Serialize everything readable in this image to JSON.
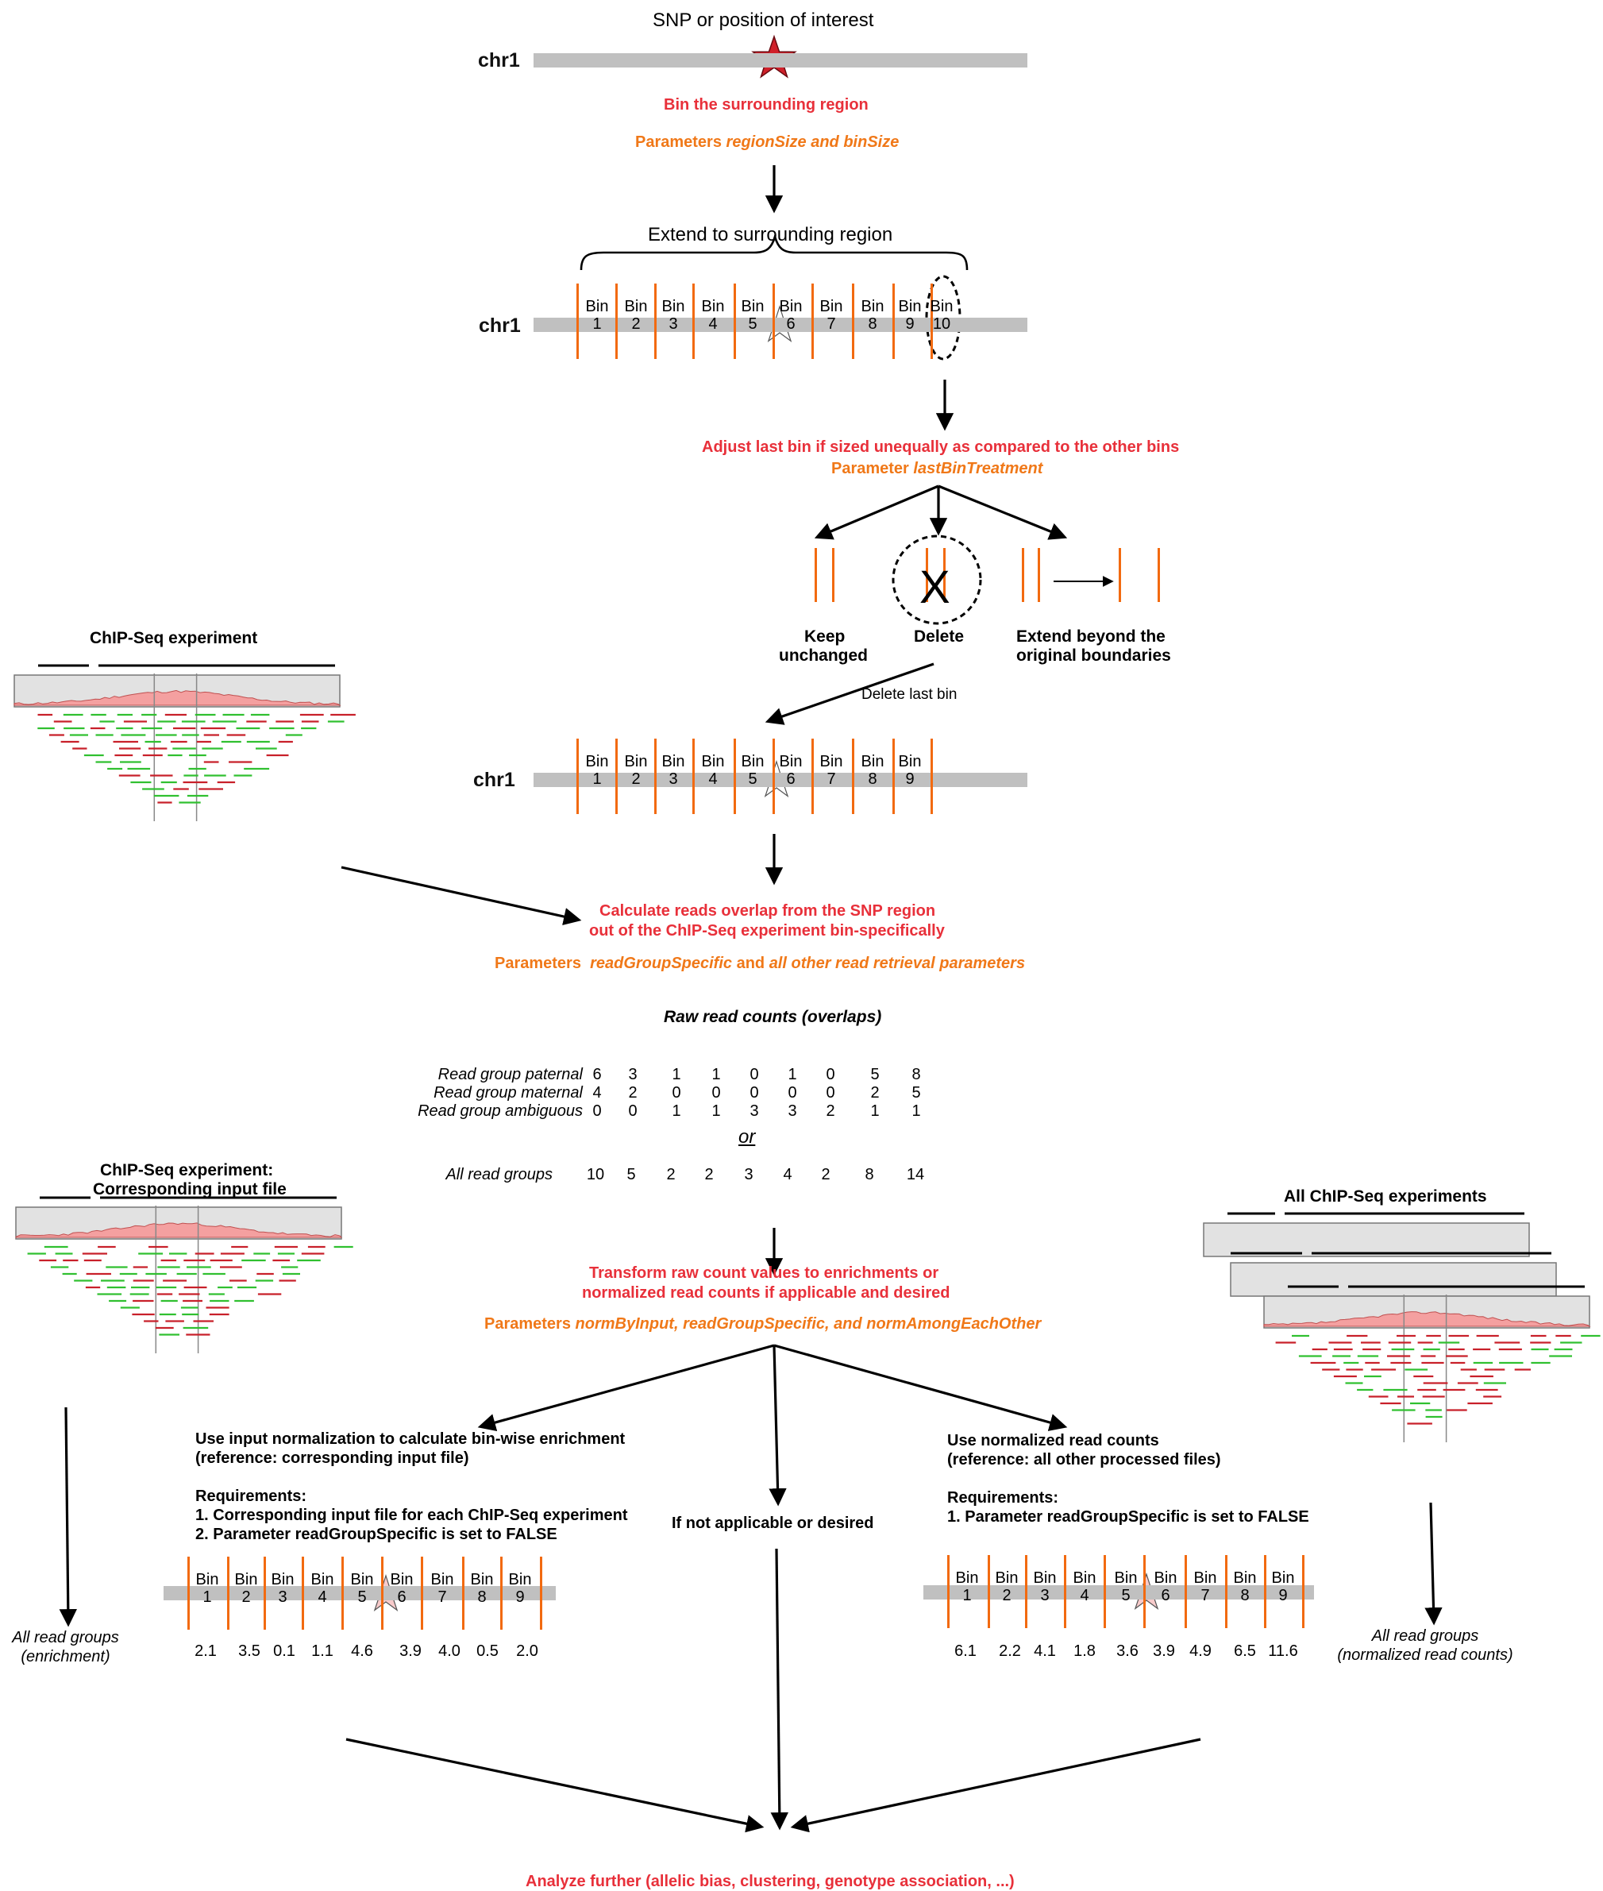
{
  "top": {
    "title": "SNP or position of interest",
    "chr_label": "chr1",
    "step1_red": "Bin the surrounding region",
    "step1_orange_prefix": "Parameters ",
    "step1_orange_italic": "regionSize and binSize",
    "extend_label": "Extend to surrounding region"
  },
  "bins10": {
    "bin_word": "Bin",
    "numbers": [
      "1",
      "2",
      "3",
      "4",
      "5",
      "6",
      "7",
      "8",
      "9",
      "10"
    ]
  },
  "bins9": {
    "bin_word": "Bin",
    "numbers": [
      "1",
      "2",
      "3",
      "4",
      "5",
      "6",
      "7",
      "8",
      "9"
    ]
  },
  "adjust": {
    "red": "Adjust last bin if sized unequally as compared to the other bins",
    "orange_prefix": "Parameter ",
    "orange_italic": "lastBinTreatment",
    "option_keep_line1": "Keep",
    "option_keep_line2": "unchanged",
    "option_delete": "Delete",
    "option_extend_line1": "Extend beyond the",
    "option_extend_line2": "original boundaries",
    "delete_mark": "X",
    "delete_last_bin": "Delete last bin"
  },
  "chip": {
    "title": "ChIP-Seq experiment",
    "input_title_line1": "ChIP-Seq experiment:",
    "input_title_line2": "Corresponding input file",
    "all_title": "All ChIP-Seq experiments"
  },
  "calc": {
    "red_line1": "Calculate reads overlap from the SNP region",
    "red_line2": "out of the ChIP-Seq experiment bin-specifically",
    "orange_prefix": "Parameters  ",
    "orange_italic1": "readGroupSpecific",
    "orange_mid": " and ",
    "orange_italic2": "all other read retrieval parameters"
  },
  "raw": {
    "heading": "Raw read counts (overlaps)",
    "rows": [
      {
        "label": "Read group paternal",
        "values": [
          "6",
          "3",
          "1",
          "1",
          "0",
          "1",
          "0",
          "5",
          "8"
        ]
      },
      {
        "label": "Read group maternal",
        "values": [
          "4",
          "2",
          "0",
          "0",
          "0",
          "0",
          "0",
          "2",
          "5"
        ]
      },
      {
        "label": "Read group ambiguous",
        "values": [
          "0",
          "0",
          "1",
          "1",
          "3",
          "3",
          "2",
          "1",
          "1"
        ]
      }
    ],
    "or": "or",
    "all_label": "All read groups",
    "all_values": [
      "10",
      "5",
      "2",
      "2",
      "3",
      "4",
      "2",
      "8",
      "14"
    ]
  },
  "transform": {
    "red_line1": "Transform raw count values to enrichments or",
    "red_line2": "normalized read counts if applicable and desired",
    "orange_prefix": "Parameters ",
    "orange_italic": "normByInput, readGroupSpecific, and normAmongEachOther"
  },
  "left_branch": {
    "line1": "Use input normalization to calculate bin-wise enrichment",
    "line2": "(reference: corresponding input file)",
    "req_title": "Requirements:",
    "req1": "1. Corresponding input file for each ChIP-Seq experiment",
    "req2": "2. Parameter readGroupSpecific is set to FALSE",
    "values": [
      "2.1",
      "3.5",
      "0.1",
      "1.1",
      "4.6",
      "3.9",
      "4.0",
      "0.5",
      "2.0"
    ],
    "side_label_line1": "All read groups",
    "side_label_line2": "(enrichment)"
  },
  "middle_branch": {
    "label": "If not applicable or desired"
  },
  "right_branch": {
    "line1": "Use normalized read counts",
    "line2": "(reference: all other processed files)",
    "req_title": "Requirements:",
    "req1": "1. Parameter readGroupSpecific is set to FALSE",
    "values": [
      "6.1",
      "2.2",
      "4.1",
      "1.8",
      "3.6",
      "3.9",
      "4.9",
      "6.5",
      "11.6"
    ],
    "side_label_line1": "All read groups",
    "side_label_line2": "(normalized read counts)"
  },
  "final": {
    "red": "Analyze further (allelic bias, clustering, genotype association, ...)"
  },
  "colors": {
    "red_text": "#e8303a",
    "orange_text": "#f07818",
    "bin_line": "#f26a10",
    "chrom_bar": "#c0c0c0",
    "star": "#d0202a",
    "read_red": "#c8202a",
    "read_green": "#30c030",
    "coverage": "#f4a0a0"
  }
}
